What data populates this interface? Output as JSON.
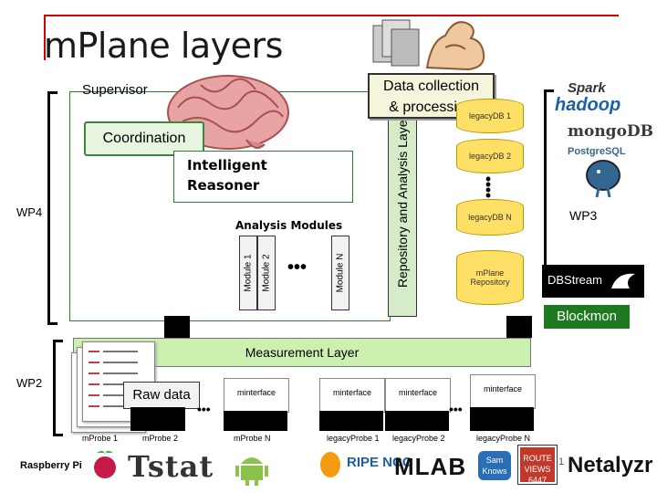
{
  "title": "mPlane layers",
  "supervisor": "Supervisor",
  "coordination": "Coordination",
  "reasoner": [
    "Intelligent",
    "Reasoner"
  ],
  "analysis_modules": "Analysis Modules",
  "modules": [
    "Module 1",
    "Module 2",
    "Module N"
  ],
  "repository": "Repository and Analysis Layer",
  "data_collection": [
    "Data collection",
    "& processing"
  ],
  "databases": [
    "legacyDB 1",
    "legacyDB 2",
    "legacyDB N"
  ],
  "mplane_repo": [
    "mPlane",
    "Repository"
  ],
  "wp_labels": {
    "wp4": "WP4",
    "wp3": "WP3",
    "wp2": "WP2"
  },
  "measurement_layer": "Measurement Layer",
  "raw_data": "Raw data",
  "interfaces": [
    "minterface",
    "minterface",
    "minterface",
    "minterface"
  ],
  "probes": [
    "mProbe 1",
    "mProbe 2",
    "mProbe N",
    "legacyProbe 1",
    "legacyProbe 2",
    "legacyProbe N"
  ],
  "tools": {
    "dbstream": "DBStream",
    "blockmon": "Blockmon",
    "spark": "Spark",
    "hadoop": "hadoop",
    "mongodb": "mongoDB",
    "postgresql": "PostgreSQL"
  },
  "logos": {
    "raspberry": "Raspberry Pi",
    "tstat": "Tstat",
    "ripe": "RIPE NCC",
    "mlab": "MLAB",
    "samknows": "Sam Knows",
    "routeviews": "ROUTE VIEWS 6447",
    "netalyzr": "Netalyzr"
  },
  "page_number": "1",
  "colors": {
    "accent_red": "#d40000",
    "green": "#2e7d32",
    "db_yellow": "#ffe066",
    "meas_green": "#ccf0b0"
  }
}
